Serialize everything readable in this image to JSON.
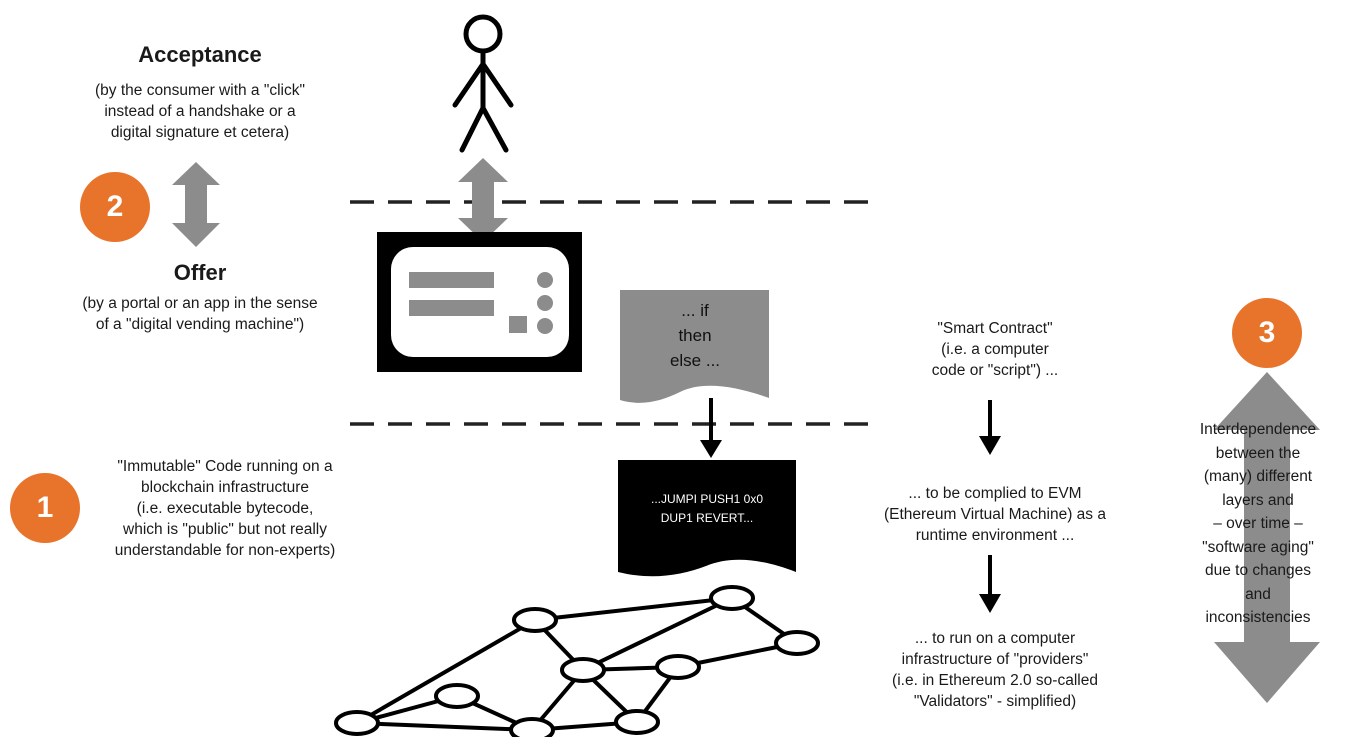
{
  "acceptance": {
    "title": "Acceptance",
    "line1": "(by the consumer with a \"click\"",
    "line2": "instead of a handshake or a",
    "line3": "digital signature et cetera)"
  },
  "offer": {
    "title": "Offer",
    "line1": "(by a portal or an app in the sense",
    "line2": "of a \"digital vending machine\")"
  },
  "badges": {
    "one": "1",
    "two": "2",
    "three": "3"
  },
  "immutable": {
    "line1": "\"Immutable\" Code running on a",
    "line2": "blockchain infrastructure",
    "line3": "(i.e. executable bytecode,",
    "line4": "which is \"public\" but not really",
    "line5": "understandable for non-experts)"
  },
  "script_doc": {
    "line1": "... if",
    "line2": "then",
    "line3": "else ..."
  },
  "bytecode_doc": {
    "line1": "...JUMPI PUSH1 0x0",
    "line2": "DUP1 REVERT..."
  },
  "smart_contract": {
    "line1": "\"Smart Contract\"",
    "line2": "(i.e. a computer",
    "line3": "code or \"script\") ..."
  },
  "compiled": {
    "line1": "... to be complied to EVM",
    "line2": "(Ethereum Virtual Machine) as a",
    "line3": "runtime environment ..."
  },
  "infrastructure": {
    "line1": "... to run on a computer",
    "line2": "infrastructure of \"providers\"",
    "line3": "(i.e. in Ethereum 2.0 so-called",
    "line4": "\"Validators\" - simplified)"
  },
  "interdependence": {
    "line1": "Interdependence",
    "line2": "between the",
    "line3": "(many) different",
    "line4": "layers and",
    "line5": "– over time –",
    "line6": "\"software aging\"",
    "line7": "due to changes",
    "line8": "and",
    "line9": "inconsistencies"
  },
  "colors": {
    "accent": "#e8742b",
    "grey": "#8c8c8c",
    "dark": "#000000"
  }
}
